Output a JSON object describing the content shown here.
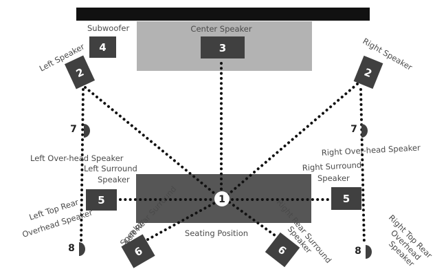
{
  "labels": {
    "subwoofer": "Subwoofer",
    "center_speaker": "Center Speaker",
    "left_speaker": "Left Speaker",
    "right_speaker": "Right Speaker",
    "left_overhead": "Left Over-head Speaker",
    "right_overhead": "Right Over-head Speaker",
    "left_surround_1": "Left Surround",
    "left_surround_2": "Speaker",
    "right_surround_1": "Right Surround",
    "right_surround_2": "Speaker",
    "left_rear_surround_1": "Left Rear Surround",
    "left_rear_surround_2": "Speaker",
    "right_rear_surround_1": "Right Rear Surround",
    "right_rear_surround_2": "Speaker",
    "left_top_rear_1": "Left Top Rear",
    "left_top_rear_2": "Overhead Speaker",
    "right_top_rear_1": "Right Top Rear",
    "right_top_rear_2": "Overhead",
    "right_top_rear_3": "Speaker",
    "seating_position": "Seating Position"
  },
  "numbers": {
    "seat": "1",
    "front_left": "2",
    "front_right": "2",
    "center": "3",
    "subwoofer": "4",
    "surround_left": "5",
    "surround_right": "5",
    "rear_left": "6",
    "rear_right": "6",
    "overhead_left": "7",
    "overhead_right": "7",
    "top_rear_left": "8",
    "top_rear_right": "8"
  },
  "colors": {
    "screen": "#111111",
    "center_area": "#b3b3b3",
    "speaker": "#404040",
    "seating_area": "#565656",
    "dots": "#111111",
    "label": "#4a4a4a"
  }
}
